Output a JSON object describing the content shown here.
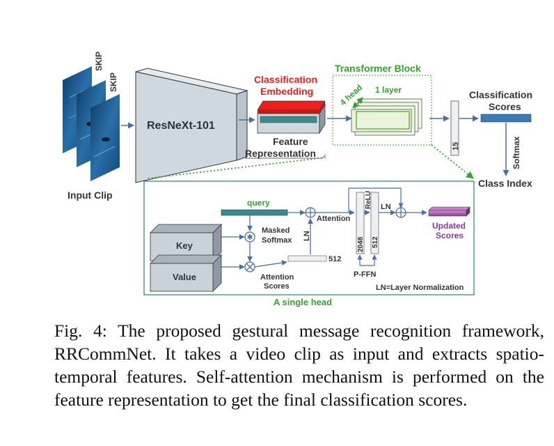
{
  "labels": {
    "skip_1": "SKIP",
    "skip_2": "SKIP",
    "input_clip": "Input Clip",
    "backbone": "ResNeXt-101",
    "cls_embedding_1": "Classification",
    "cls_embedding_2": "Embedding",
    "feature_rep_1": "Feature",
    "feature_rep_2": "Representation",
    "transformer_block": "Transformer Block",
    "four_head": "4 head",
    "one_layer": "1 layer",
    "dim_15": "15",
    "class_scores_1": "Classification",
    "class_scores_2": "Scores",
    "softmax": "Softmax",
    "class_index": "Class Index",
    "query": "query",
    "key": "Key",
    "value": "Value",
    "masked_softmax_1": "Masked",
    "masked_softmax_2": "Softmax",
    "attention_scores_1": "Attention",
    "attention_scores_2": "Scores",
    "ln_vertical": "LN",
    "attention": "Attention",
    "dim_512_a": "512",
    "relu": "ReLU",
    "ln_right": "LN",
    "dim_2048": "2048",
    "dim_512_b": "512",
    "p_ffn": "P-FFN",
    "updated_scores_1": "Updated",
    "updated_scores_2": "Scores",
    "ln_legend": "LN=Layer Normalization",
    "single_head": "A single head"
  },
  "caption": "Fig. 4: The proposed gestural message recognition framework, RRCommNet. It takes a video clip as input and extracts spatio-temporal features. Self-attention mechanism is performed on the feature representation to get the final classification scores.",
  "colors": {
    "red_text": "#e8201e",
    "green_text": "#36a12f",
    "purple_text": "#8a3a9e",
    "steel_blue": "#3e7bb5",
    "backbone_fill": "#cfd7df",
    "arrow": "#4a6e9e"
  }
}
